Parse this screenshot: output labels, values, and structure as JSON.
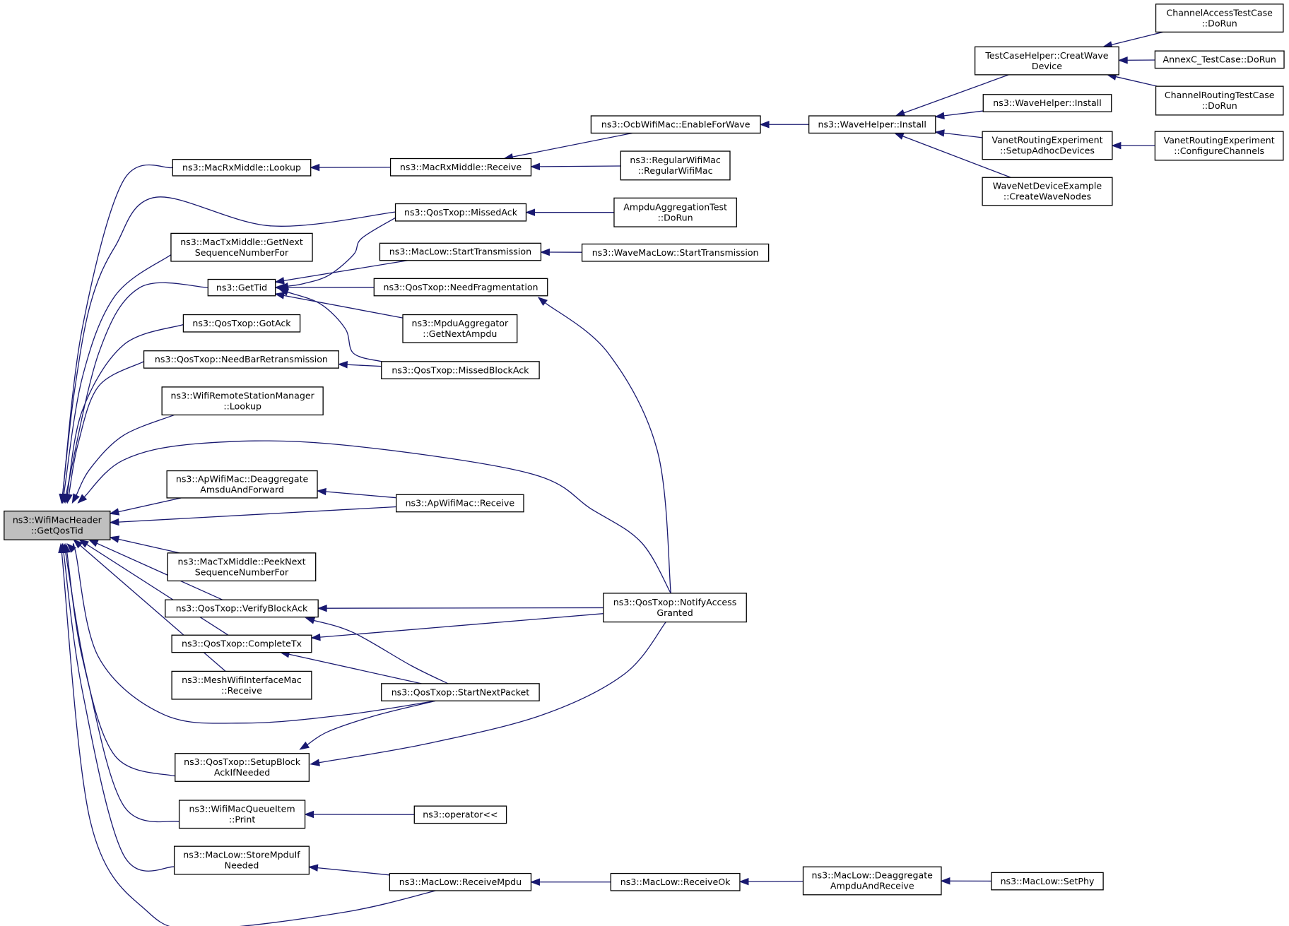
{
  "graph": {
    "edge_color": "#191970",
    "root_fill": "#bfbfbf",
    "node_fill": "#ffffff",
    "nodes": [
      {
        "id": "root",
        "lines": [
          "ns3::WifiMacHeader",
          "::GetQosTid"
        ]
      },
      {
        "id": "rxmid_lookup",
        "lines": [
          "ns3::MacRxMiddle::Lookup"
        ]
      },
      {
        "id": "txmid_getnext",
        "lines": [
          "ns3::MacTxMiddle::GetNext",
          "SequenceNumberFor"
        ]
      },
      {
        "id": "gettid",
        "lines": [
          "ns3::GetTid"
        ]
      },
      {
        "id": "gotack",
        "lines": [
          "ns3::QosTxop::GotAck"
        ]
      },
      {
        "id": "needbar",
        "lines": [
          "ns3::QosTxop::NeedBarRetransmission"
        ]
      },
      {
        "id": "wrsm_lookup",
        "lines": [
          "ns3::WifiRemoteStationManager",
          "::Lookup"
        ]
      },
      {
        "id": "ap_deagg",
        "lines": [
          "ns3::ApWifiMac::Deaggregate",
          "AmsduAndForward"
        ]
      },
      {
        "id": "txmid_peek",
        "lines": [
          "ns3::MacTxMiddle::PeekNext",
          "SequenceNumberFor"
        ]
      },
      {
        "id": "verifyba",
        "lines": [
          "ns3::QosTxop::VerifyBlockAck"
        ]
      },
      {
        "id": "completetx",
        "lines": [
          "ns3::QosTxop::CompleteTx"
        ]
      },
      {
        "id": "mesh_receive",
        "lines": [
          "ns3::MeshWifiInterfaceMac",
          "::Receive"
        ]
      },
      {
        "id": "setupblock",
        "lines": [
          "ns3::QosTxop::SetupBlock",
          "AckIfNeeded"
        ]
      },
      {
        "id": "queueitem_print",
        "lines": [
          "ns3::WifiMacQueueItem",
          "::Print"
        ]
      },
      {
        "id": "storempdu",
        "lines": [
          "ns3::MacLow::StoreMpduIf",
          "Needed"
        ]
      },
      {
        "id": "rxmid_receive",
        "lines": [
          "ns3::MacRxMiddle::Receive"
        ]
      },
      {
        "id": "missedack",
        "lines": [
          "ns3::QosTxop::MissedAck"
        ]
      },
      {
        "id": "starttx",
        "lines": [
          "ns3::MacLow::StartTransmission"
        ]
      },
      {
        "id": "needfrag",
        "lines": [
          "ns3::QosTxop::NeedFragmentation"
        ]
      },
      {
        "id": "mpduagg",
        "lines": [
          "ns3::MpduAggregator",
          "::GetNextAmpdu"
        ]
      },
      {
        "id": "missedblockack",
        "lines": [
          "ns3::QosTxop::MissedBlockAck"
        ]
      },
      {
        "id": "ap_receive",
        "lines": [
          "ns3::ApWifiMac::Receive"
        ]
      },
      {
        "id": "startnext",
        "lines": [
          "ns3::QosTxop::StartNextPacket"
        ]
      },
      {
        "id": "operator",
        "lines": [
          "ns3::operator<<"
        ]
      },
      {
        "id": "receivempdu",
        "lines": [
          "ns3::MacLow::ReceiveMpdu"
        ]
      },
      {
        "id": "ocb_enable",
        "lines": [
          "ns3::OcbWifiMac::EnableForWave"
        ]
      },
      {
        "id": "regular",
        "lines": [
          "ns3::RegularWifiMac",
          "::RegularWifiMac"
        ]
      },
      {
        "id": "ampdutest",
        "lines": [
          "AmpduAggregationTest",
          "::DoRun"
        ]
      },
      {
        "id": "wavemaclow",
        "lines": [
          "ns3::WaveMacLow::StartTransmission"
        ]
      },
      {
        "id": "notifyaccess",
        "lines": [
          "ns3::QosTxop::NotifyAccess",
          "Granted"
        ]
      },
      {
        "id": "receiveok",
        "lines": [
          "ns3::MacLow::ReceiveOk"
        ]
      },
      {
        "id": "wavehelper_install1",
        "lines": [
          "ns3::WaveHelper::Install"
        ]
      },
      {
        "id": "deaggampdu",
        "lines": [
          "ns3::MacLow::Deaggregate",
          "AmpduAndReceive"
        ]
      },
      {
        "id": "tch_creat",
        "lines": [
          "TestCaseHelper::CreatWave",
          "Device"
        ]
      },
      {
        "id": "wavehelper_install2",
        "lines": [
          "ns3::WaveHelper::Install"
        ]
      },
      {
        "id": "vanet_setup",
        "lines": [
          "VanetRoutingExperiment",
          "::SetupAdhocDevices"
        ]
      },
      {
        "id": "wavenet_create",
        "lines": [
          "WaveNetDeviceExample",
          "::CreateWaveNodes"
        ]
      },
      {
        "id": "setphy",
        "lines": [
          "ns3::MacLow::SetPhy"
        ]
      },
      {
        "id": "chan_access",
        "lines": [
          "ChannelAccessTestCase",
          "::DoRun"
        ]
      },
      {
        "id": "annexc",
        "lines": [
          "AnnexC_TestCase::DoRun"
        ]
      },
      {
        "id": "chan_routing",
        "lines": [
          "ChannelRoutingTestCase",
          "::DoRun"
        ]
      },
      {
        "id": "vanet_config",
        "lines": [
          "VanetRoutingExperiment",
          "::ConfigureChannels"
        ]
      }
    ],
    "edges": [
      {
        "from": "rxmid_lookup",
        "to": "root"
      },
      {
        "from": "missedack",
        "to": "root"
      },
      {
        "from": "txmid_getnext",
        "to": "root"
      },
      {
        "from": "gettid",
        "to": "root"
      },
      {
        "from": "gotack",
        "to": "root"
      },
      {
        "from": "needbar",
        "to": "root"
      },
      {
        "from": "wrsm_lookup",
        "to": "root"
      },
      {
        "from": "notifyaccess",
        "to": "root"
      },
      {
        "from": "ap_deagg",
        "to": "root"
      },
      {
        "from": "ap_receive",
        "to": "root"
      },
      {
        "from": "txmid_peek",
        "to": "root"
      },
      {
        "from": "verifyba",
        "to": "root"
      },
      {
        "from": "completetx",
        "to": "root"
      },
      {
        "from": "mesh_receive",
        "to": "root"
      },
      {
        "from": "startnext",
        "to": "root"
      },
      {
        "from": "setupblock",
        "to": "root"
      },
      {
        "from": "queueitem_print",
        "to": "root"
      },
      {
        "from": "storempdu",
        "to": "root"
      },
      {
        "from": "receivempdu",
        "to": "root"
      },
      {
        "from": "rxmid_receive",
        "to": "rxmid_lookup"
      },
      {
        "from": "ocb_enable",
        "to": "rxmid_receive"
      },
      {
        "from": "regular",
        "to": "rxmid_receive"
      },
      {
        "from": "wavehelper_install1",
        "to": "ocb_enable"
      },
      {
        "from": "tch_creat",
        "to": "wavehelper_install1"
      },
      {
        "from": "wavehelper_install2",
        "to": "wavehelper_install1"
      },
      {
        "from": "vanet_setup",
        "to": "wavehelper_install1"
      },
      {
        "from": "wavenet_create",
        "to": "wavehelper_install1"
      },
      {
        "from": "chan_access",
        "to": "tch_creat"
      },
      {
        "from": "annexc",
        "to": "tch_creat"
      },
      {
        "from": "chan_routing",
        "to": "tch_creat"
      },
      {
        "from": "vanet_config",
        "to": "vanet_setup"
      },
      {
        "from": "ampdutest",
        "to": "missedack"
      },
      {
        "from": "missedack",
        "to": "gettid"
      },
      {
        "from": "starttx",
        "to": "gettid"
      },
      {
        "from": "needfrag",
        "to": "gettid"
      },
      {
        "from": "mpduagg",
        "to": "gettid"
      },
      {
        "from": "missedblockack",
        "to": "gettid"
      },
      {
        "from": "wavemaclow",
        "to": "starttx"
      },
      {
        "from": "notifyaccess",
        "to": "needfrag"
      },
      {
        "from": "missedblockack",
        "to": "needbar"
      },
      {
        "from": "ap_receive",
        "to": "ap_deagg"
      },
      {
        "from": "notifyaccess",
        "to": "verifyba"
      },
      {
        "from": "startnext",
        "to": "verifyba"
      },
      {
        "from": "notifyaccess",
        "to": "completetx"
      },
      {
        "from": "startnext",
        "to": "completetx"
      },
      {
        "from": "startnext",
        "to": "setupblock"
      },
      {
        "from": "notifyaccess",
        "to": "setupblock"
      },
      {
        "from": "operator",
        "to": "queueitem_print"
      },
      {
        "from": "receivempdu",
        "to": "storempdu"
      },
      {
        "from": "receiveok",
        "to": "receivempdu"
      },
      {
        "from": "deaggampdu",
        "to": "receiveok"
      },
      {
        "from": "setphy",
        "to": "deaggampdu"
      }
    ]
  }
}
